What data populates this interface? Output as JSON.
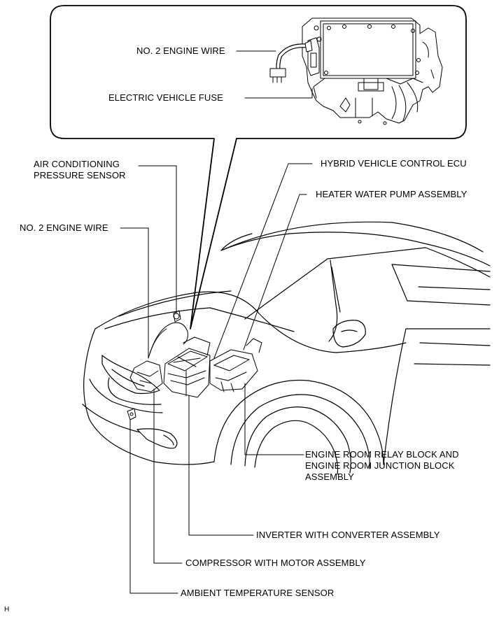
{
  "labels": {
    "no2_engine_wire_inset": "NO. 2 ENGINE WIRE",
    "electric_vehicle_fuse": "ELECTRIC VEHICLE FUSE",
    "ac_pressure_sensor_line1": "AIR CONDITIONING",
    "ac_pressure_sensor_line2": "PRESSURE SENSOR",
    "hybrid_vehicle_control_ecu": "HYBRID VEHICLE CONTROL ECU",
    "heater_water_pump_assembly": "HEATER WATER PUMP ASSEMBLY",
    "no2_engine_wire": "NO. 2 ENGINE WIRE",
    "relay_block_line1": "ENGINE ROOM RELAY BLOCK AND",
    "relay_block_line2": "ENGINE ROOM JUNCTION BLOCK",
    "relay_block_line3": "ASSEMBLY",
    "inverter_with_converter_assembly": "INVERTER WITH CONVERTER ASSEMBLY",
    "compressor_with_motor_assembly": "COMPRESSOR WITH MOTOR ASSEMBLY",
    "ambient_temperature_sensor": "AMBIENT TEMPERATURE SENSOR"
  },
  "figure_id": "H"
}
